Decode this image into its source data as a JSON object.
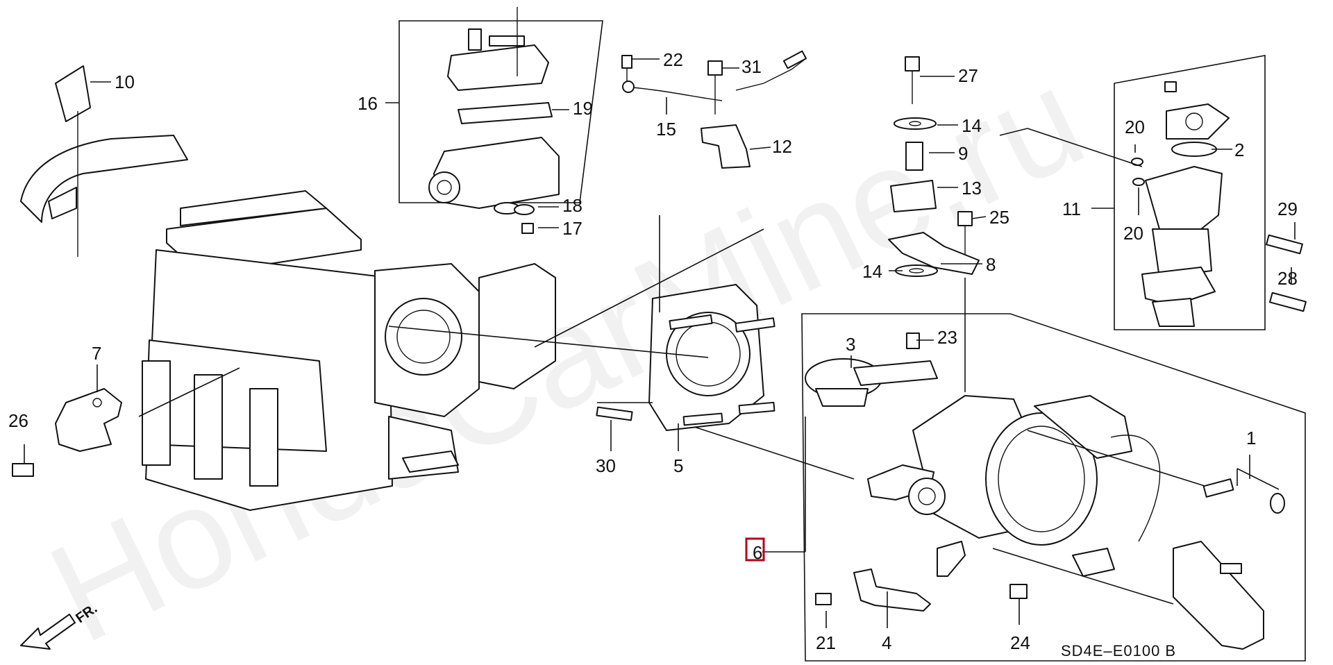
{
  "watermark": "HondaCarMine.ru",
  "diagram_code": "SD4E–E0100 B",
  "direction_label": "FR.",
  "highlight_color": "#b3001b",
  "callouts": [
    {
      "id": "c1",
      "label": "1"
    },
    {
      "id": "c2",
      "label": "2"
    },
    {
      "id": "c3",
      "label": "3"
    },
    {
      "id": "c4",
      "label": "4"
    },
    {
      "id": "c5",
      "label": "5"
    },
    {
      "id": "c6",
      "label": "6",
      "highlighted": true
    },
    {
      "id": "c7",
      "label": "7"
    },
    {
      "id": "c8",
      "label": "8"
    },
    {
      "id": "c9",
      "label": "9"
    },
    {
      "id": "c10",
      "label": "10"
    },
    {
      "id": "c11",
      "label": "11"
    },
    {
      "id": "c12",
      "label": "12"
    },
    {
      "id": "c13",
      "label": "13"
    },
    {
      "id": "c14a",
      "label": "14"
    },
    {
      "id": "c14b",
      "label": "14"
    },
    {
      "id": "c15",
      "label": "15"
    },
    {
      "id": "c16",
      "label": "16"
    },
    {
      "id": "c17",
      "label": "17"
    },
    {
      "id": "c18",
      "label": "18"
    },
    {
      "id": "c19",
      "label": "19"
    },
    {
      "id": "c20a",
      "label": "20"
    },
    {
      "id": "c20b",
      "label": "20"
    },
    {
      "id": "c21",
      "label": "21"
    },
    {
      "id": "c22",
      "label": "22"
    },
    {
      "id": "c23",
      "label": "23"
    },
    {
      "id": "c24",
      "label": "24"
    },
    {
      "id": "c25",
      "label": "25"
    },
    {
      "id": "c26",
      "label": "26"
    },
    {
      "id": "c27",
      "label": "27"
    },
    {
      "id": "c28",
      "label": "28"
    },
    {
      "id": "c29",
      "label": "29"
    },
    {
      "id": "c30",
      "label": "30"
    },
    {
      "id": "c31",
      "label": "31"
    }
  ]
}
